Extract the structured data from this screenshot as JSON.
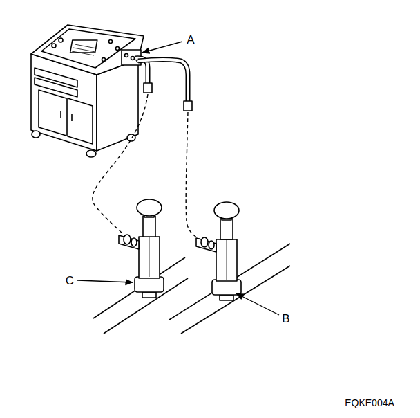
{
  "diagram": {
    "labels": [
      "A",
      "C",
      "B",
      "EQKE004A"
    ]
  }
}
